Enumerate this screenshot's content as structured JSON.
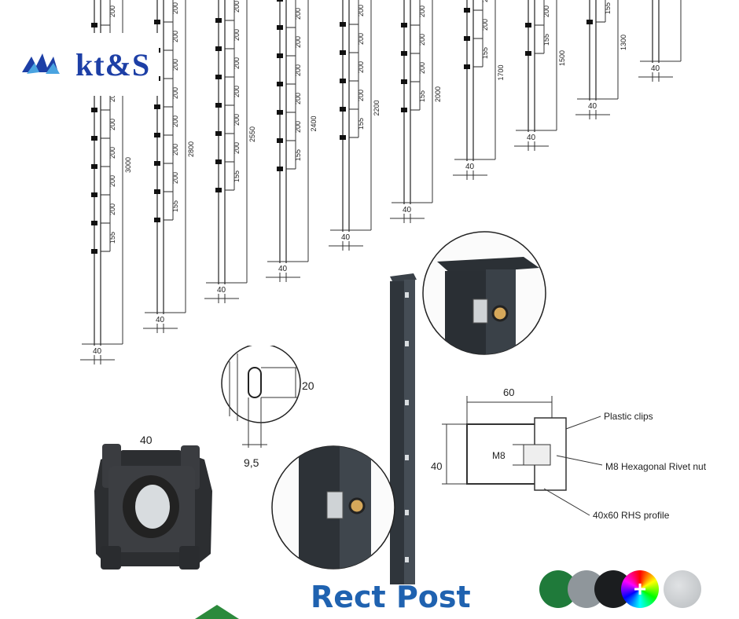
{
  "brand": {
    "name": "kt&S",
    "icon": "fan-logo-icon"
  },
  "title": "Rect Post",
  "posts": [
    {
      "height": "3000",
      "width": "40",
      "segments": [
        "155",
        "200",
        "200",
        "200",
        "200",
        "200",
        "200",
        "200",
        "200",
        "200",
        "200",
        "200",
        "200"
      ]
    },
    {
      "height": "2800",
      "width": "40",
      "segments": [
        "155",
        "200",
        "200",
        "200",
        "200",
        "200",
        "200",
        "200",
        "200",
        "200",
        "200",
        "200"
      ]
    },
    {
      "height": "2550",
      "width": "40",
      "segments": [
        "155",
        "200",
        "200",
        "200",
        "200",
        "200",
        "200",
        "200",
        "200",
        "200",
        "200"
      ]
    },
    {
      "height": "2400",
      "width": "40",
      "segments": [
        "155",
        "200",
        "200",
        "200",
        "200",
        "200",
        "200",
        "200",
        "200",
        "200",
        "200"
      ]
    },
    {
      "height": "2200",
      "width": "40",
      "segments": [
        "155",
        "200",
        "200",
        "200",
        "200",
        "200",
        "200",
        "200",
        "200",
        "200"
      ]
    },
    {
      "height": "2000",
      "width": "40",
      "segments": [
        "155",
        "200",
        "200",
        "200",
        "200",
        "200",
        "200",
        "200",
        "200"
      ]
    },
    {
      "height": "1700",
      "width": "40",
      "segments": [
        "155",
        "200",
        "200",
        "200",
        "200",
        "200"
      ]
    },
    {
      "height": "1500",
      "width": "40",
      "segments": [
        "155",
        "200",
        "200",
        "200",
        "200"
      ]
    },
    {
      "height": "1300",
      "width": "40",
      "segments": [
        "155",
        "200",
        "200"
      ]
    },
    {
      "height": "",
      "width": "40",
      "segments": []
    }
  ],
  "slot_detail": {
    "height": "20",
    "width": "9,5"
  },
  "clip_detail": {
    "width_label": "40"
  },
  "section": {
    "width": "60",
    "height": "40",
    "nut": "M8",
    "labels": [
      "Plastic clips",
      "M8 Hexagonal Rivet nut",
      "40x60 RHS profile"
    ]
  },
  "colors": [
    {
      "name": "green",
      "hex": "#1f7a3a"
    },
    {
      "name": "grey",
      "hex": "#8f969b"
    },
    {
      "name": "black",
      "hex": "#1b1d1f"
    },
    {
      "name": "custom",
      "hex": "rainbow"
    },
    {
      "name": "galvanized",
      "hex": "#c9cccf"
    }
  ]
}
